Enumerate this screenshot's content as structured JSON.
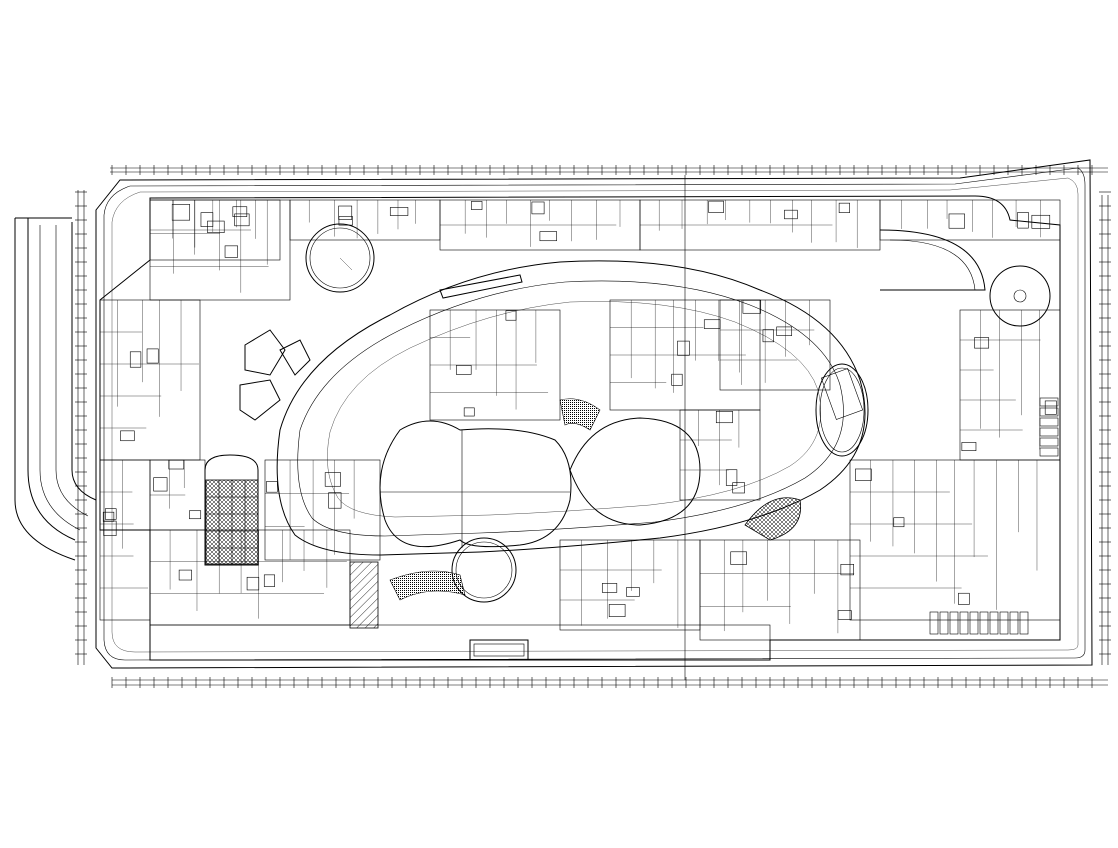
{
  "drawing": {
    "kind": "architectural floor plan (CAD line drawing)",
    "colors": {
      "background": "#ffffff",
      "line": "#000000",
      "hatch": "#000000"
    },
    "features": [
      "perimeter-road",
      "access-ramp",
      "oval-atrium",
      "central-circular-court",
      "rotunda",
      "east-oval-court",
      "hatched-grid-hall",
      "escalator-bank",
      "retail-units",
      "parking-bays",
      "dimension-lines"
    ]
  }
}
